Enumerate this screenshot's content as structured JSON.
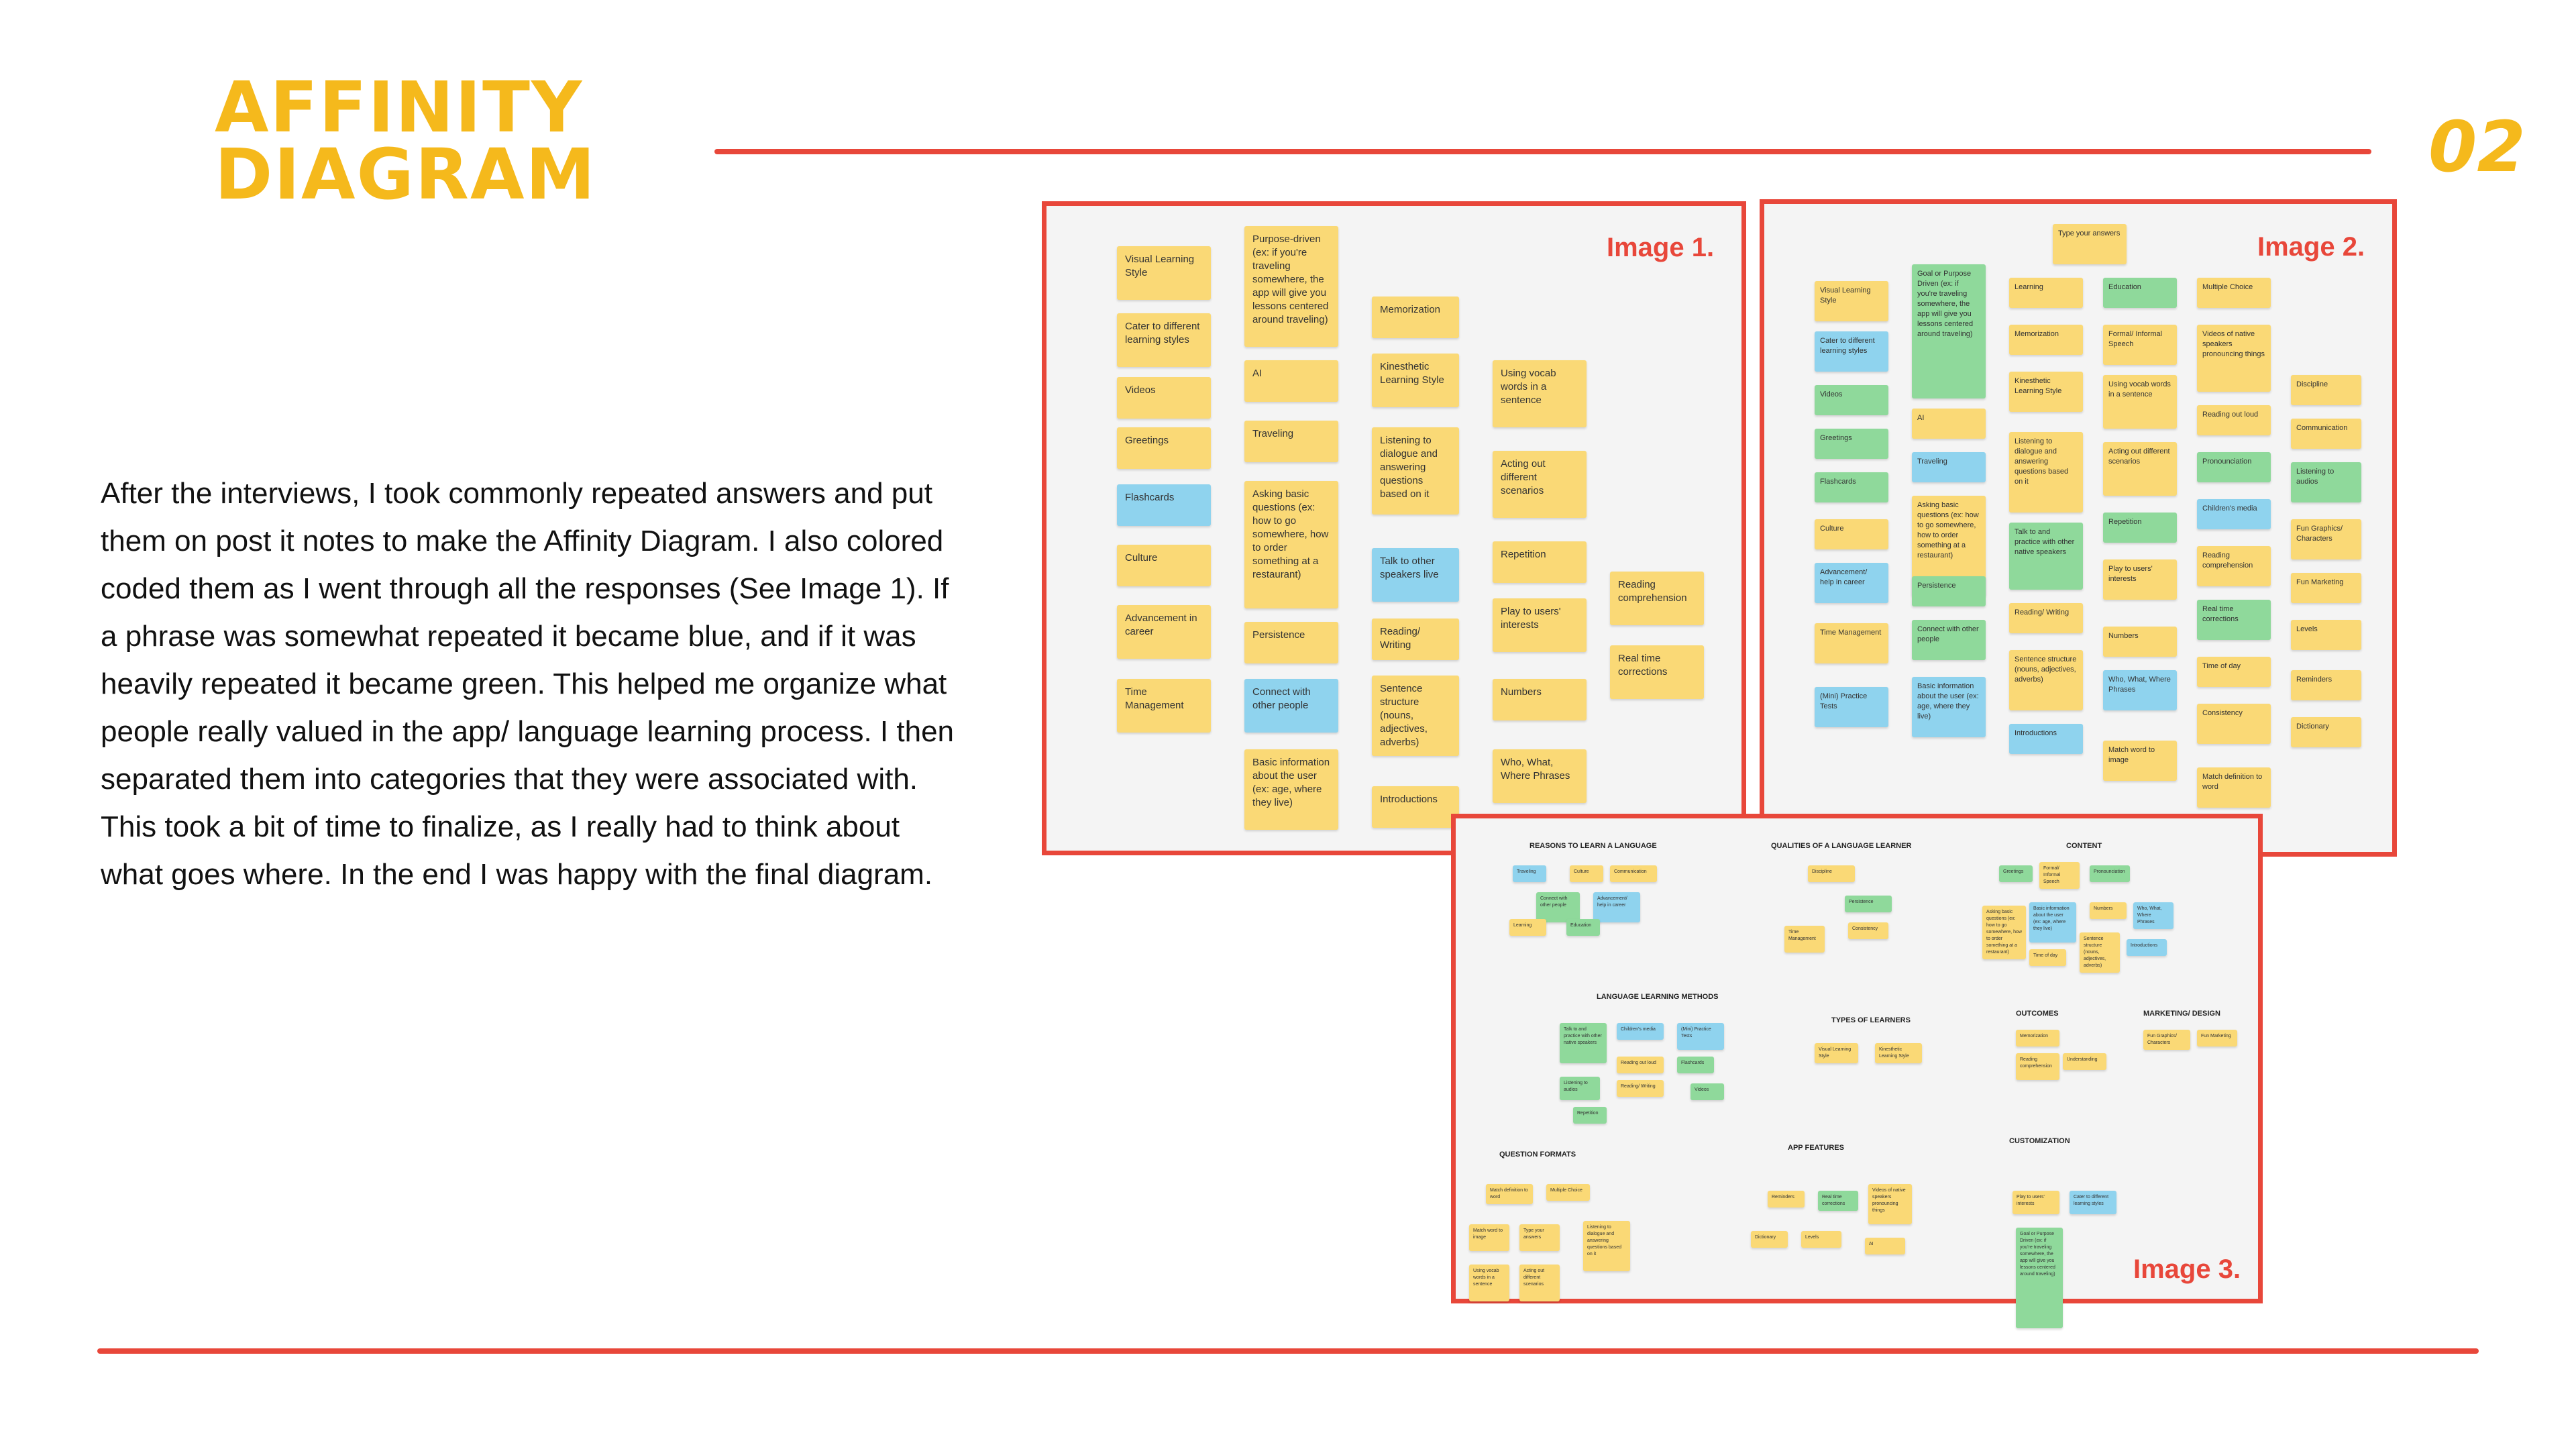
{
  "header": {
    "title_line1": "AFFINITY",
    "title_line2": "DIAGRAM",
    "page_number": "02"
  },
  "body": "After the interviews, I took commonly repeated answers and put them on post it notes to make the Affinity Diagram. I also colored coded them as I went through all the responses (See Image 1). If a phrase was somewhat repeated it became blue, and if it was heavily repeated it became green. This helped me organize what people really valued in the app/ language learning process. I then separated them into categories that they were associated with. This took a bit of time to finalize, as I really had to think about what goes where. In the end I was happy with the final diagram.",
  "colors": {
    "accent_red": "#e8473a",
    "title_yellow": "#f5b91c",
    "note_yellow": "#fad976",
    "note_blue": "#8fd3ee",
    "note_green": "#8fd99b"
  },
  "image1": {
    "label": "Image 1.",
    "notes": [
      {
        "text": "Visual Learning Style",
        "color": "yellow"
      },
      {
        "text": "Cater to different learning styles",
        "color": "yellow"
      },
      {
        "text": "Videos",
        "color": "yellow"
      },
      {
        "text": "Greetings",
        "color": "yellow"
      },
      {
        "text": "Flashcards",
        "color": "blue"
      },
      {
        "text": "Culture",
        "color": "yellow"
      },
      {
        "text": "Advancement in career",
        "color": "yellow"
      },
      {
        "text": "Time Management",
        "color": "yellow"
      },
      {
        "text": "Purpose-driven (ex: if you're traveling somewhere, the app will give you lessons centered around traveling)",
        "color": "yellow"
      },
      {
        "text": "AI",
        "color": "yellow"
      },
      {
        "text": "Traveling",
        "color": "yellow"
      },
      {
        "text": "Asking basic questions (ex: how to go somewhere, how to order something at a restaurant)",
        "color": "yellow"
      },
      {
        "text": "Persistence",
        "color": "yellow"
      },
      {
        "text": "Connect with other people",
        "color": "blue"
      },
      {
        "text": "Basic information about the user (ex: age, where they live)",
        "color": "yellow"
      },
      {
        "text": "Memorization",
        "color": "yellow"
      },
      {
        "text": "Kinesthetic Learning Style",
        "color": "yellow"
      },
      {
        "text": "Listening to dialogue and answering questions based on it",
        "color": "yellow"
      },
      {
        "text": "Talk to other speakers live",
        "color": "blue"
      },
      {
        "text": "Reading/ Writing",
        "color": "yellow"
      },
      {
        "text": "Sentence structure (nouns, adjectives, adverbs)",
        "color": "yellow"
      },
      {
        "text": "Introductions",
        "color": "yellow"
      },
      {
        "text": "Using vocab words in a sentence",
        "color": "yellow"
      },
      {
        "text": "Acting out different scenarios",
        "color": "yellow"
      },
      {
        "text": "Repetition",
        "color": "yellow"
      },
      {
        "text": "Play to users' interests",
        "color": "yellow"
      },
      {
        "text": "Numbers",
        "color": "yellow"
      },
      {
        "text": "Who, What, Where Phrases",
        "color": "yellow"
      },
      {
        "text": "Reading comprehension",
        "color": "yellow"
      },
      {
        "text": "Real time corrections",
        "color": "yellow"
      }
    ]
  },
  "image2": {
    "label": "Image 2.",
    "notes": [
      {
        "text": "Type your answers",
        "color": "yellow"
      },
      {
        "text": "Visual Learning Style",
        "color": "yellow"
      },
      {
        "text": "Cater to different learning styles",
        "color": "blue"
      },
      {
        "text": "Videos",
        "color": "green"
      },
      {
        "text": "Greetings",
        "color": "green"
      },
      {
        "text": "Flashcards",
        "color": "green"
      },
      {
        "text": "Culture",
        "color": "yellow"
      },
      {
        "text": "Advancement/ help in career",
        "color": "blue"
      },
      {
        "text": "Time Management",
        "color": "yellow"
      },
      {
        "text": "(Mini) Practice Tests",
        "color": "blue"
      },
      {
        "text": "Goal or Purpose Driven (ex: if you're traveling somewhere, the app will give you lessons centered around traveling)",
        "color": "green"
      },
      {
        "text": "AI",
        "color": "yellow"
      },
      {
        "text": "Traveling",
        "color": "blue"
      },
      {
        "text": "Asking basic questions (ex: how to go somewhere, how to order something at a restaurant)",
        "color": "yellow"
      },
      {
        "text": "Persistence",
        "color": "green"
      },
      {
        "text": "Connect with other people",
        "color": "green"
      },
      {
        "text": "Basic information about the user (ex: age, where they live)",
        "color": "blue"
      },
      {
        "text": "Learning",
        "color": "yellow"
      },
      {
        "text": "Memorization",
        "color": "yellow"
      },
      {
        "text": "Kinesthetic Learning Style",
        "color": "yellow"
      },
      {
        "text": "Listening to dialogue and answering questions based on it",
        "color": "yellow"
      },
      {
        "text": "Talk to and practice with other native speakers",
        "color": "green"
      },
      {
        "text": "Reading/ Writing",
        "color": "yellow"
      },
      {
        "text": "Sentence structure (nouns, adjectives, adverbs)",
        "color": "yellow"
      },
      {
        "text": "Introductions",
        "color": "blue"
      },
      {
        "text": "Education",
        "color": "green"
      },
      {
        "text": "Formal/ Informal Speech",
        "color": "yellow"
      },
      {
        "text": "Using vocab words in a sentence",
        "color": "yellow"
      },
      {
        "text": "Acting out different scenarios",
        "color": "yellow"
      },
      {
        "text": "Repetition",
        "color": "green"
      },
      {
        "text": "Play to users' interests",
        "color": "yellow"
      },
      {
        "text": "Numbers",
        "color": "yellow"
      },
      {
        "text": "Who, What, Where Phrases",
        "color": "blue"
      },
      {
        "text": "Match word to image",
        "color": "yellow"
      },
      {
        "text": "Multiple Choice",
        "color": "yellow"
      },
      {
        "text": "Videos of native speakers pronouncing things",
        "color": "yellow"
      },
      {
        "text": "Reading out loud",
        "color": "yellow"
      },
      {
        "text": "Pronounciation",
        "color": "green"
      },
      {
        "text": "Children's media",
        "color": "blue"
      },
      {
        "text": "Reading comprehension",
        "color": "yellow"
      },
      {
        "text": "Real time corrections",
        "color": "green"
      },
      {
        "text": "Time of day",
        "color": "yellow"
      },
      {
        "text": "Consistency",
        "color": "yellow"
      },
      {
        "text": "Match definition to word",
        "color": "yellow"
      },
      {
        "text": "Discipline",
        "color": "yellow"
      },
      {
        "text": "Communication",
        "color": "yellow"
      },
      {
        "text": "Listening to audios",
        "color": "green"
      },
      {
        "text": "Fun Graphics/ Characters",
        "color": "yellow"
      },
      {
        "text": "Fun Marketing",
        "color": "yellow"
      },
      {
        "text": "Levels",
        "color": "yellow"
      },
      {
        "text": "Reminders",
        "color": "yellow"
      },
      {
        "text": "Dictionary",
        "color": "yellow"
      }
    ]
  },
  "image3": {
    "label": "Image 3.",
    "categories": [
      "REASONS TO LEARN A LANGUAGE",
      "QUALITIES OF A LANGUAGE LEARNER",
      "CONTENT",
      "LANGUAGE LEARNING METHODS",
      "TYPES OF LEARNERS",
      "OUTCOMES",
      "MARKETING/ DESIGN",
      "QUESTION FORMATS",
      "APP FEATURES",
      "CUSTOMIZATION"
    ],
    "notes": [
      {
        "text": "Traveling",
        "color": "blue"
      },
      {
        "text": "Culture",
        "color": "yellow"
      },
      {
        "text": "Communication",
        "color": "yellow"
      },
      {
        "text": "Connect with other people",
        "color": "green"
      },
      {
        "text": "Advancement/ help in career",
        "color": "blue"
      },
      {
        "text": "Learning",
        "color": "yellow"
      },
      {
        "text": "Education",
        "color": "green"
      },
      {
        "text": "Discipline",
        "color": "yellow"
      },
      {
        "text": "Persistence",
        "color": "green"
      },
      {
        "text": "Time Management",
        "color": "yellow"
      },
      {
        "text": "Consistency",
        "color": "yellow"
      },
      {
        "text": "Greetings",
        "color": "green"
      },
      {
        "text": "Formal/ Informal Speech",
        "color": "yellow"
      },
      {
        "text": "Pronounciation",
        "color": "green"
      },
      {
        "text": "Asking basic questions (ex: how to go somewhere, how to order something at a restaurant)",
        "color": "yellow"
      },
      {
        "text": "Basic information about the user (ex: age, where they live)",
        "color": "blue"
      },
      {
        "text": "Numbers",
        "color": "yellow"
      },
      {
        "text": "Who, What, Where Phrases",
        "color": "blue"
      },
      {
        "text": "Time of day",
        "color": "yellow"
      },
      {
        "text": "Sentence structure (nouns, adjectives, adverbs)",
        "color": "yellow"
      },
      {
        "text": "Introductions",
        "color": "blue"
      },
      {
        "text": "Talk to and practice with other native speakers",
        "color": "green"
      },
      {
        "text": "Children's media",
        "color": "blue"
      },
      {
        "text": "(Mini) Practice Tests",
        "color": "blue"
      },
      {
        "text": "Reading out loud",
        "color": "yellow"
      },
      {
        "text": "Flashcards",
        "color": "green"
      },
      {
        "text": "Listening to audios",
        "color": "green"
      },
      {
        "text": "Reading/ Writing",
        "color": "yellow"
      },
      {
        "text": "Videos",
        "color": "green"
      },
      {
        "text": "Repetition",
        "color": "green"
      },
      {
        "text": "Visual Learning Style",
        "color": "yellow"
      },
      {
        "text": "Kinesthetic Learning Style",
        "color": "yellow"
      },
      {
        "text": "Memorization",
        "color": "yellow"
      },
      {
        "text": "Reading comprehension",
        "color": "yellow"
      },
      {
        "text": "Understanding",
        "color": "yellow"
      },
      {
        "text": "Fun Graphics/ Characters",
        "color": "yellow"
      },
      {
        "text": "Fun Marketing",
        "color": "yellow"
      },
      {
        "text": "Match definition to word",
        "color": "yellow"
      },
      {
        "text": "Multiple Choice",
        "color": "yellow"
      },
      {
        "text": "Match word to image",
        "color": "yellow"
      },
      {
        "text": "Type your answers",
        "color": "yellow"
      },
      {
        "text": "Listening to dialogue and answering questions based on it",
        "color": "yellow"
      },
      {
        "text": "Using vocab words in a sentence",
        "color": "yellow"
      },
      {
        "text": "Acting out different scenarios",
        "color": "yellow"
      },
      {
        "text": "Reminders",
        "color": "yellow"
      },
      {
        "text": "Real time corrections",
        "color": "green"
      },
      {
        "text": "Videos of native speakers pronouncing things",
        "color": "yellow"
      },
      {
        "text": "Dictionary",
        "color": "yellow"
      },
      {
        "text": "Levels",
        "color": "yellow"
      },
      {
        "text": "AI",
        "color": "yellow"
      },
      {
        "text": "Play to users' interests",
        "color": "yellow"
      },
      {
        "text": "Cater to different learning styles",
        "color": "blue"
      },
      {
        "text": "Goal or Purpose Driven (ex: if you're traveling somewhere, the app will give you lessons centered around traveling)",
        "color": "green"
      }
    ]
  }
}
